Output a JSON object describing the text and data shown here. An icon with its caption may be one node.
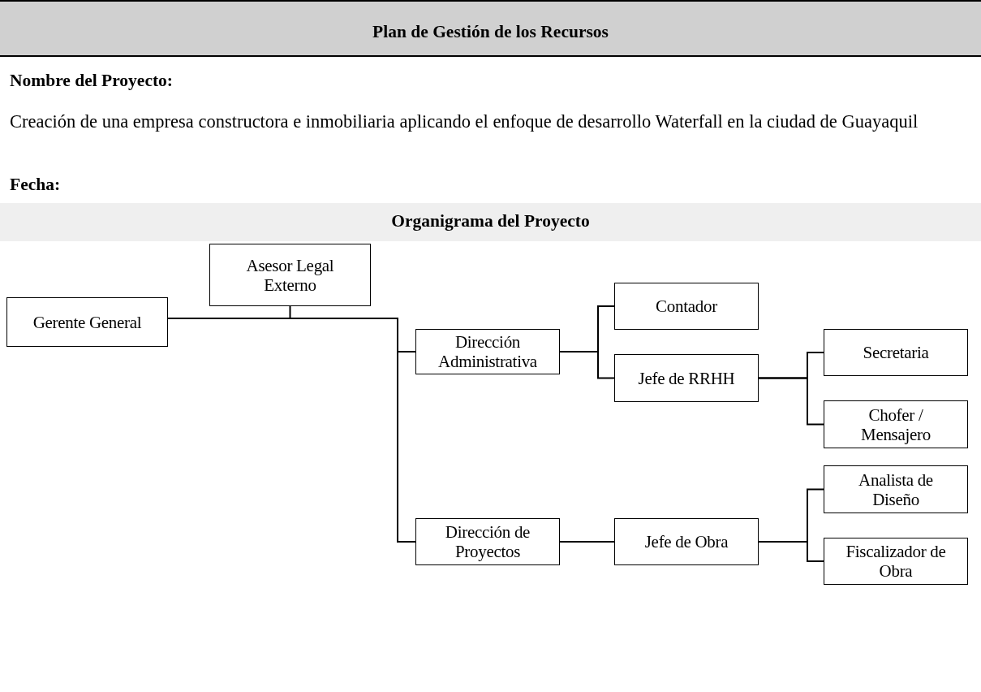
{
  "diagram": {
    "title": "Plan de Gestión de los Recursos",
    "nodes": [
      {
        "text": [
          "Gerente General"
        ]
      },
      {
        "text": [
          "Asesor Legal Externo"
        ]
      },
      {
        "text": [
          "Dirección Administrativa"
        ]
      },
      {
        "text": [
          "Contador"
        ]
      },
      {
        "text": [
          "Jefe de RRHH"
        ]
      },
      {
        "text": [
          "Secretaria"
        ]
      },
      {
        "text": [
          "Chofer / Mensajero"
        ]
      },
      {
        "text": [
          "Dirección de Proyectos"
        ]
      },
      {
        "text": [
          "Jefe de Obra"
        ]
      },
      {
        "text": [
          "Analista de Diseño"
        ]
      },
      {
        "text": [
          "Fiscalizador de Obra"
        ]
      }
    ],
    "edges": [
      {
        "from": 0,
        "to": 1,
        "arrow": "none"
      },
      {
        "from": 0,
        "to": 2,
        "arrow": "none"
      },
      {
        "from": 0,
        "to": 7,
        "arrow": "none"
      },
      {
        "from": 2,
        "to": 3,
        "arrow": "none"
      },
      {
        "from": 2,
        "to": 4,
        "arrow": "none"
      },
      {
        "from": 4,
        "to": 5,
        "arrow": "none"
      },
      {
        "from": 4,
        "to": 6,
        "arrow": "none"
      },
      {
        "from": 7,
        "to": 8,
        "arrow": "none"
      },
      {
        "from": 8,
        "to": 9,
        "arrow": "none"
      },
      {
        "from": 8,
        "to": 10,
        "arrow": "none"
      }
    ],
    "labels": [
      "Nombre del Proyecto:",
      "Creación de una empresa constructora e inmobiliaria aplicando el enfoque de desarrollo Waterfall en la ciudad de Guayaquil",
      "Fecha:",
      "Organigrama del Proyecto"
    ]
  }
}
